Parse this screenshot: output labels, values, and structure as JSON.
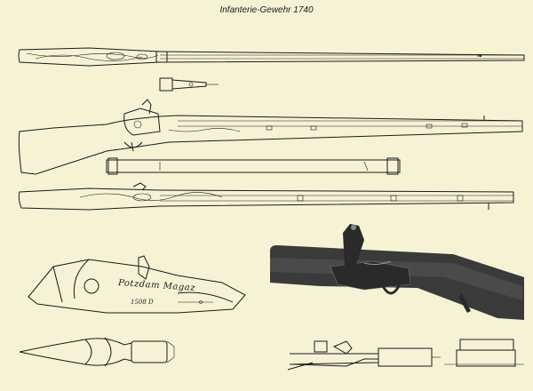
{
  "title": "Infanterie-Gewehr 1740",
  "lock_engraving": {
    "maker": "Potzdam Magaz",
    "mark": "1508 D"
  },
  "palette": {
    "paper": "#f6f3d5",
    "ink": "#1a1a1a",
    "photo_dark": "#2a2a2a",
    "photo_mid": "#4a4a4a"
  },
  "views": [
    "musket-top-view",
    "trigger-guard-detail",
    "musket-side-view",
    "sling-detail",
    "musket-bottom-view",
    "lockplate-detail",
    "ramrod-pipe-detail",
    "lock-photograph",
    "barrel-band-sections"
  ]
}
